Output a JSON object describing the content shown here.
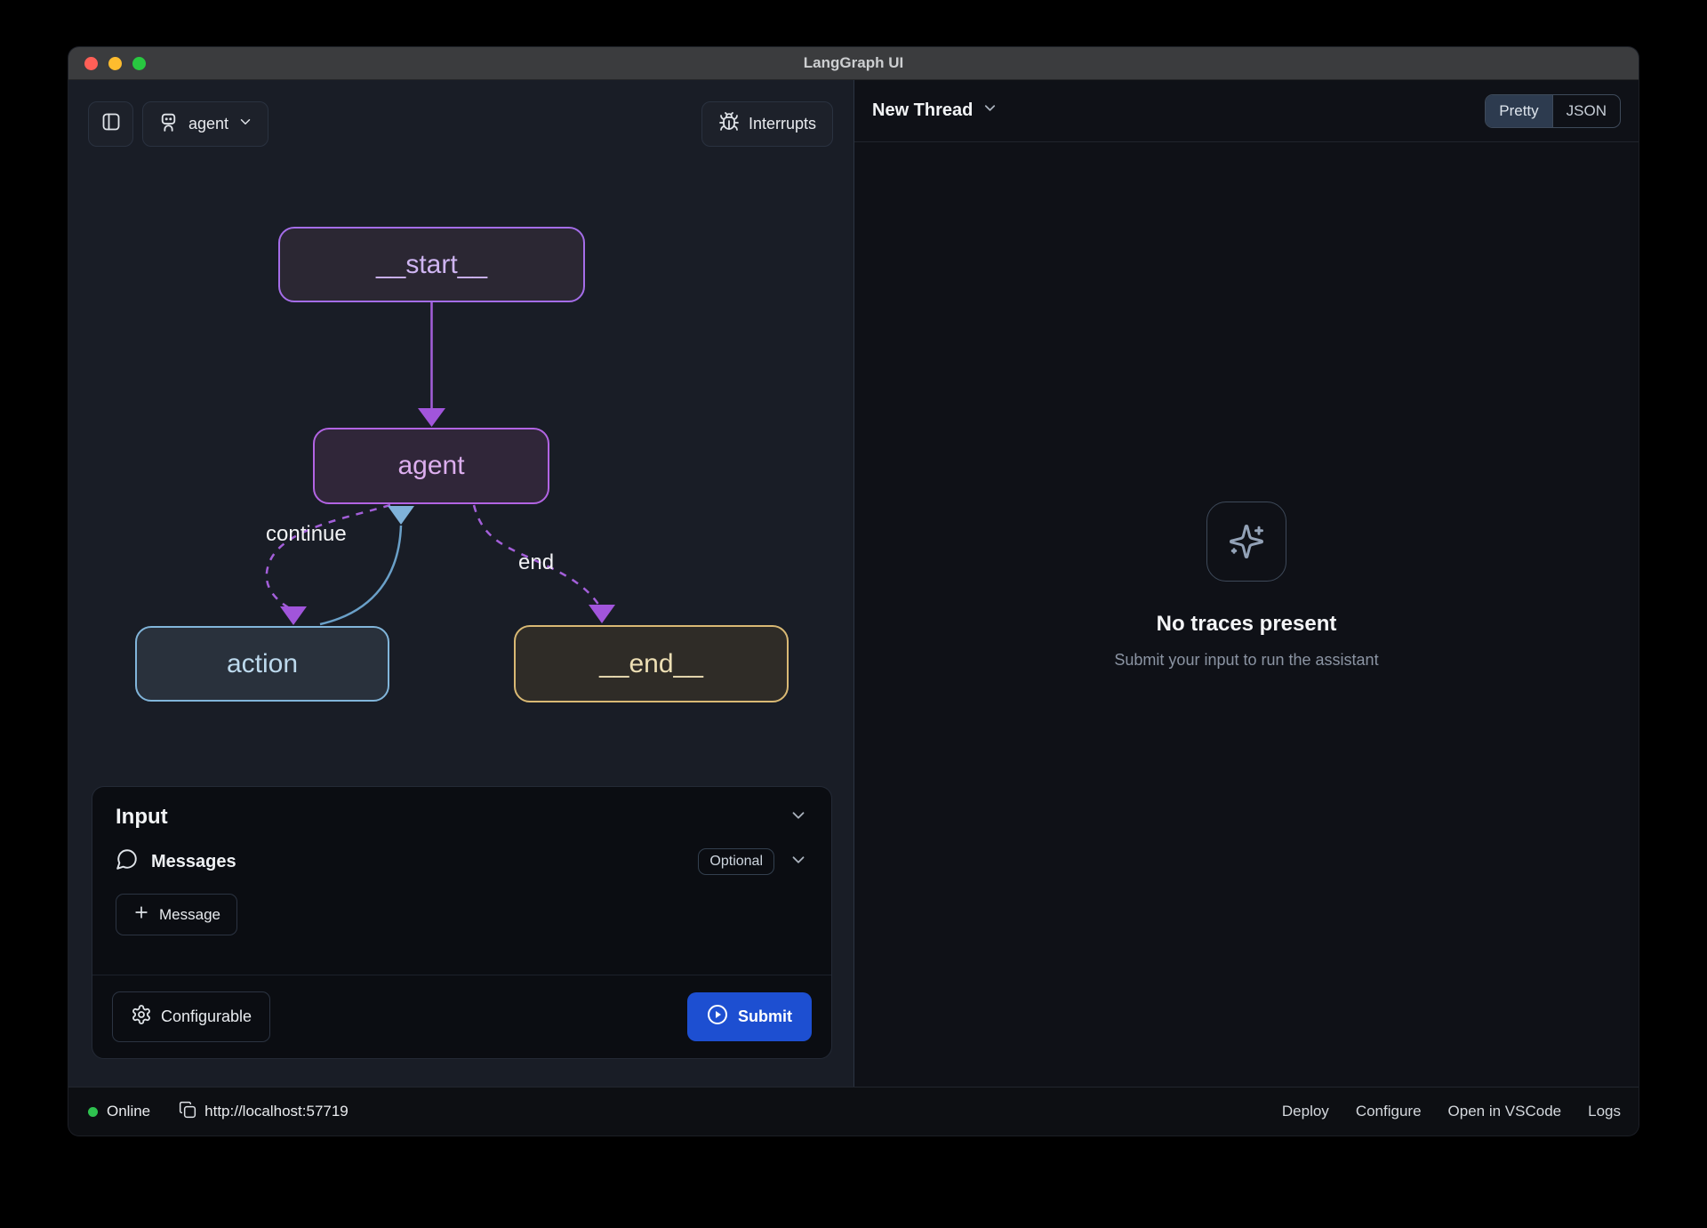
{
  "window": {
    "title": "LangGraph UI"
  },
  "toolbar": {
    "agent_label": "agent",
    "interrupts_label": "Interrupts"
  },
  "graph": {
    "nodes": [
      {
        "id": "start",
        "label": "__start__"
      },
      {
        "id": "agent",
        "label": "agent"
      },
      {
        "id": "action",
        "label": "action"
      },
      {
        "id": "end",
        "label": "__end__"
      }
    ],
    "edge_labels": {
      "continue": "continue",
      "end": "end"
    }
  },
  "input_panel": {
    "title": "Input",
    "messages_label": "Messages",
    "optional_badge": "Optional",
    "add_message_label": "Message",
    "configurable_label": "Configurable",
    "submit_label": "Submit"
  },
  "thread_panel": {
    "title": "New Thread",
    "view_toggle": {
      "pretty": "Pretty",
      "json": "JSON",
      "selected": "Pretty"
    },
    "empty_state": {
      "title": "No traces present",
      "subtitle": "Submit your input to run the assistant"
    }
  },
  "status_bar": {
    "status": "Online",
    "url": "http://localhost:57719",
    "links": [
      "Deploy",
      "Configure",
      "Open in VSCode",
      "Logs"
    ]
  },
  "colors": {
    "node_purple": "#a46de8",
    "node_blue": "#81b5da",
    "node_gold": "#d9b974",
    "edge_purple": "#a35fd9",
    "edge_blue": "#6aa0c8",
    "submit_blue": "#1d4fd1",
    "online_green": "#2ec24f",
    "titlebar_gray": "#3b3c3e"
  }
}
